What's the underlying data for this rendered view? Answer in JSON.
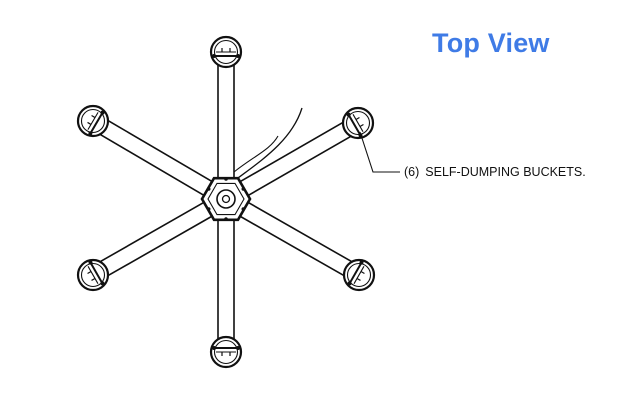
{
  "title": "Top View",
  "callout": {
    "count": "(6)",
    "label": "SELF-DUMPING BUCKETS."
  },
  "colors": {
    "title": "#3f7be6",
    "line": "#111111",
    "background": "#ffffff"
  },
  "diagram": {
    "arm_count": 6,
    "bucket_count": 6
  }
}
